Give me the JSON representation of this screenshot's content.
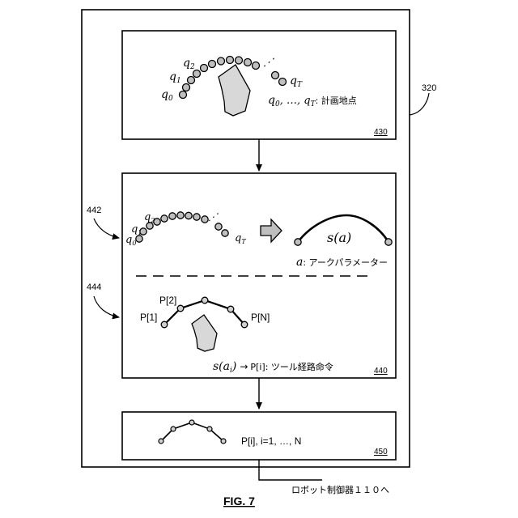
{
  "figure": {
    "caption": "FIG. 7",
    "outer_ref": "320",
    "output_label": "ロボット制御器１１０へ"
  },
  "box_430": {
    "ref": "430",
    "labels": {
      "q0": "q",
      "q0_sub": "0",
      "q1": "q",
      "q1_sub": "1",
      "q2": "q",
      "q2_sub": "2",
      "qT": "q",
      "qT_sub": "T",
      "dots": "⋰"
    },
    "legend_prefix": "q",
    "legend_sub0": "0",
    "legend_mid": ", …, q",
    "legend_subT": "T",
    "legend_suffix": ": 計画地点"
  },
  "box_440": {
    "ref": "440",
    "label_442": "442",
    "label_444": "444",
    "labels": {
      "q0": "q",
      "q0_sub": "0",
      "q1": "q",
      "q1_sub": "1",
      "q2": "q",
      "q2_sub": "2",
      "qT": "q",
      "qT_sub": "T",
      "dots": "⋰"
    },
    "curve_label": "s(a)",
    "param_var": "a",
    "param_text": ": アークパラメーター",
    "p1": "P[1]",
    "p2": "P[2]",
    "pN": "P[N]",
    "mapping_s": "s(a",
    "mapping_sub": "i",
    "mapping_close": ")",
    "mapping_arrow": "→",
    "mapping_text": "P[i]: ツール経路命令"
  },
  "box_450": {
    "ref": "450",
    "label": "P[i], i=1, …, N"
  }
}
